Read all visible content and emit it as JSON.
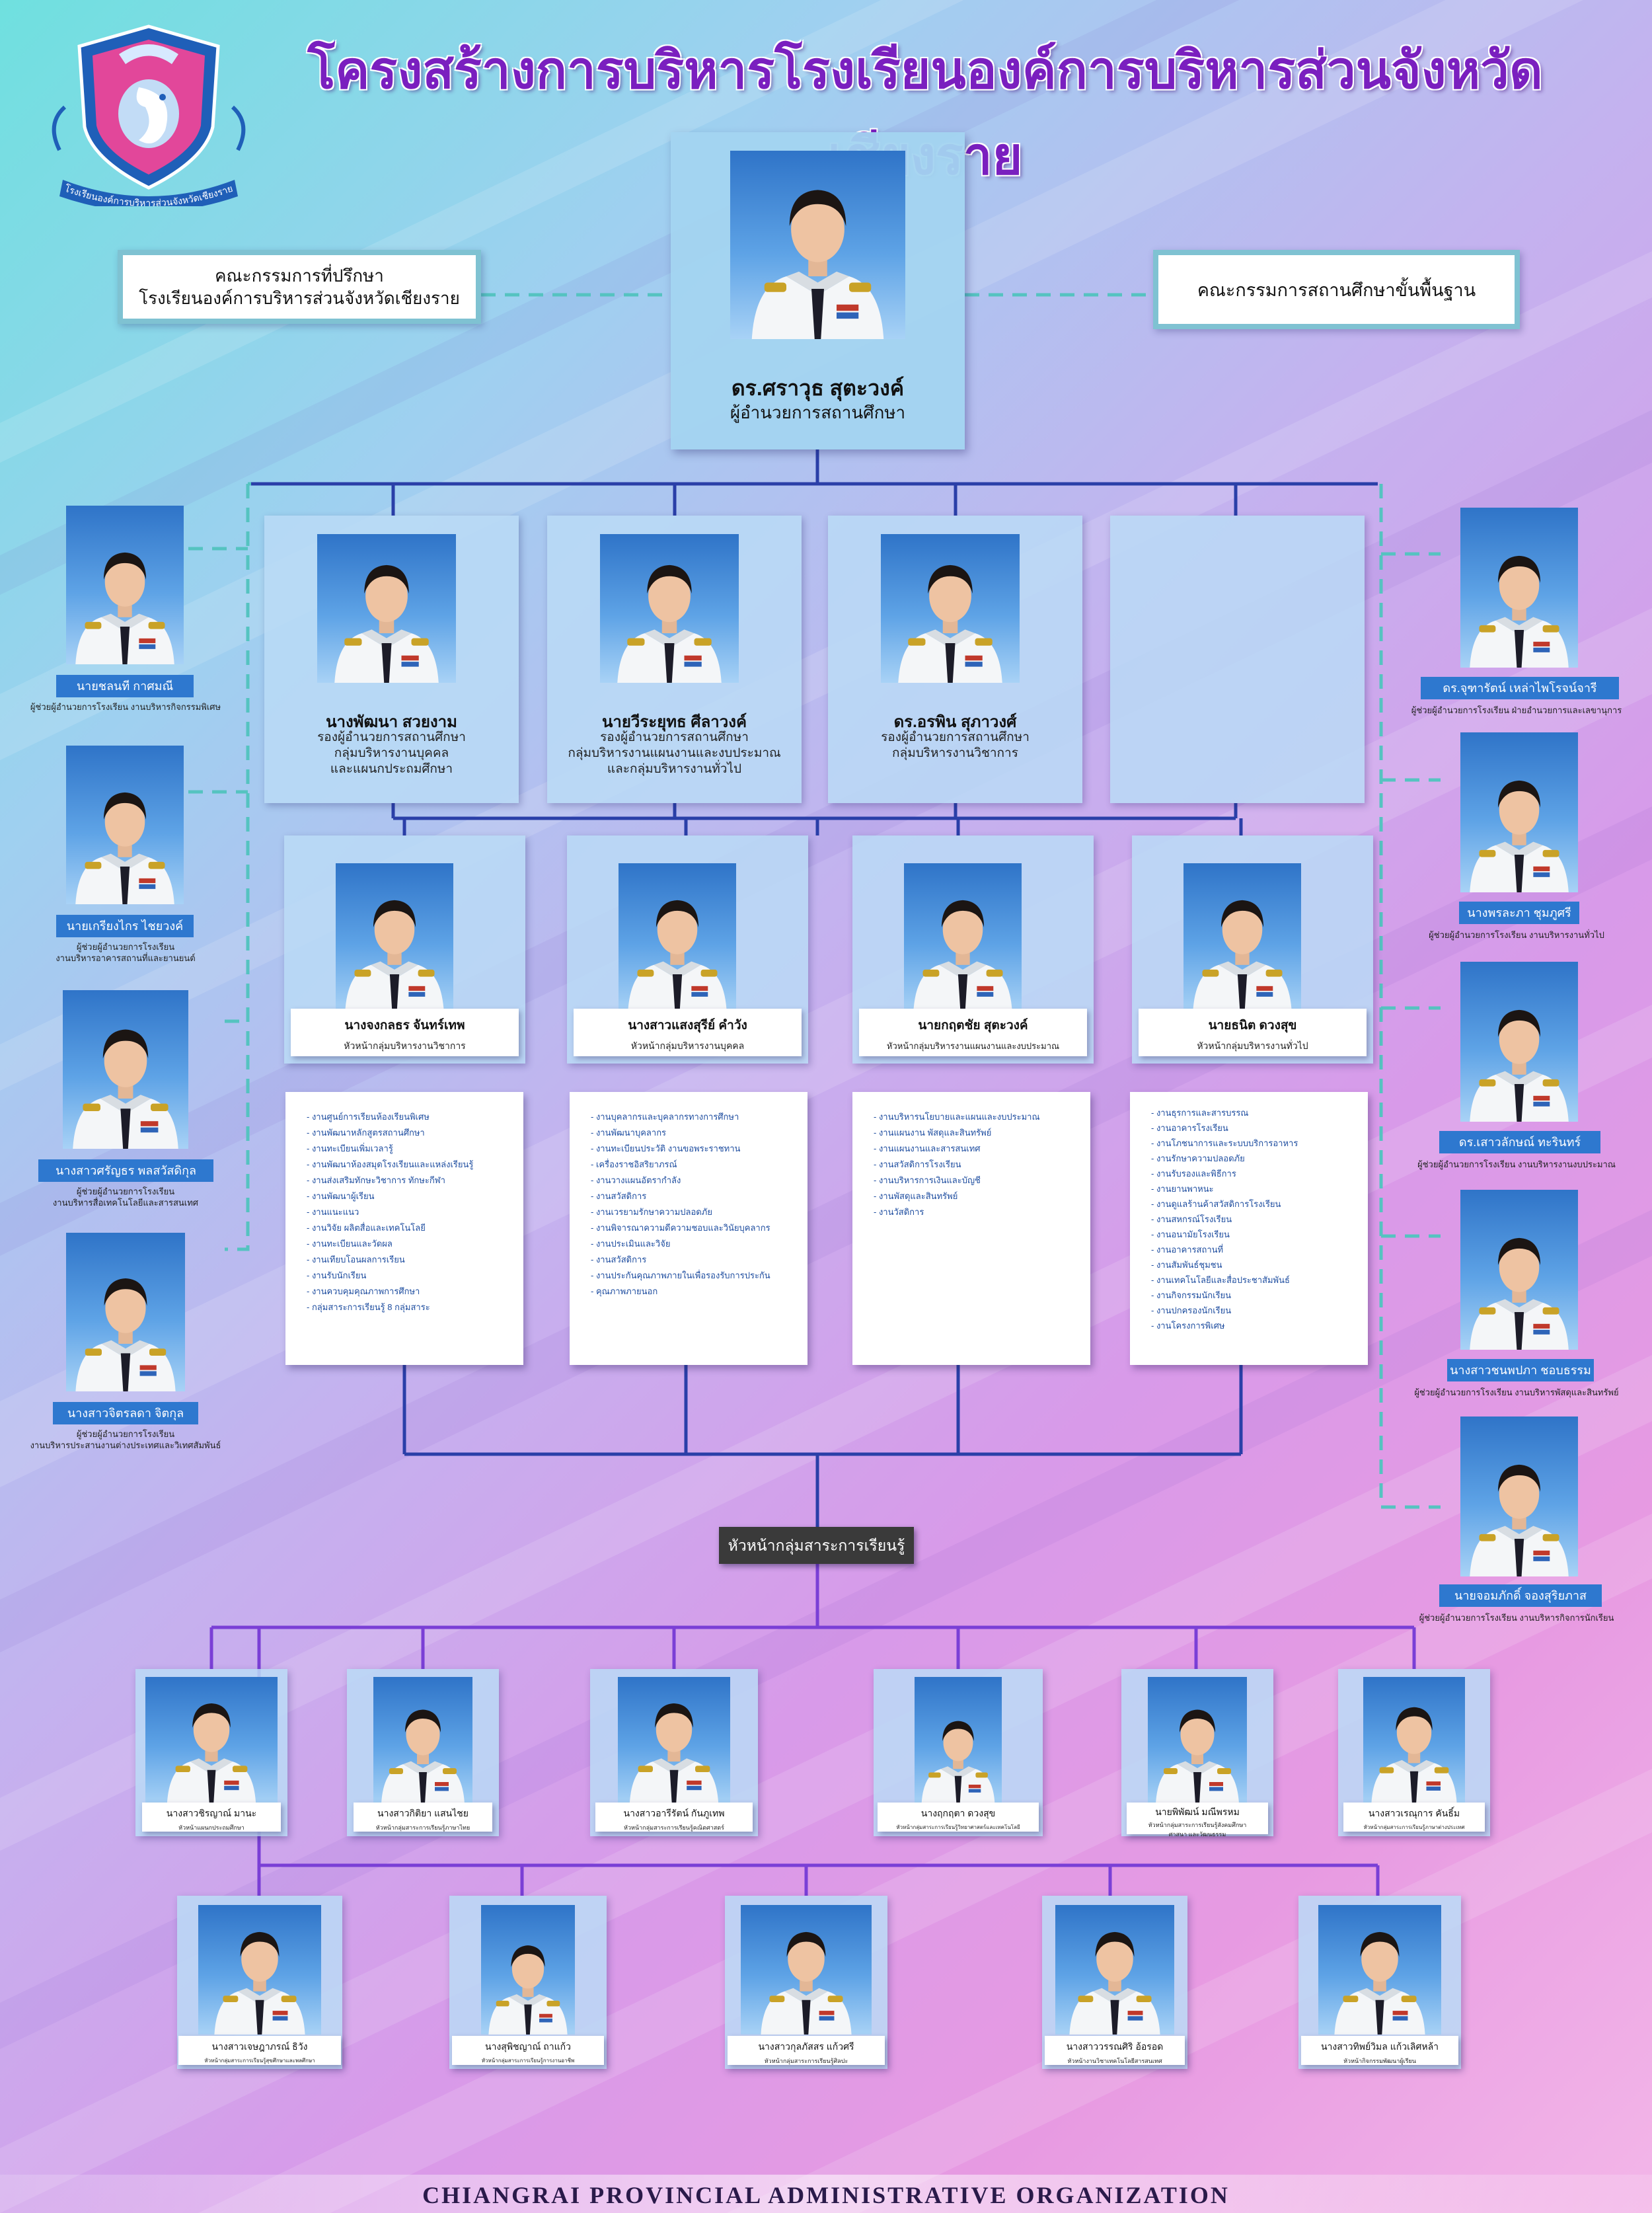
{
  "title": "โครงสร้างการบริหารโรงเรียนองค์การบริหารส่วนจังหวัดเชียงราย",
  "logo_text": "โรงเรียนองค์การบริหารส่วนจังหวัดเชียงราย",
  "footer": "CHIANGRAI PROVINCIAL ADMINISTRATIVE ORGANIZATION",
  "colors": {
    "title": "#7a1fbf",
    "connector_blue": "#2a3fa8",
    "connector_purple": "#7a3fd6",
    "dashed": "#55c3c0",
    "tag": "#2e78cf"
  },
  "advisory": {
    "left_line1": "คณะกรรมการที่ปรึกษา",
    "left_line2": "โรงเรียนองค์การบริหารส่วนจังหวัดเชียงราย",
    "right": "คณะกรรมการสถานศึกษาขั้นพื้นฐาน"
  },
  "director": {
    "name": "ดร.ศราวุธ สุตะวงค์",
    "role": "ผู้อำนวยการสถานศึกษา"
  },
  "deputies": [
    {
      "name": "นางพัฒนา  สวยงาม",
      "role1": "รองผู้อำนวยการสถานศึกษา",
      "role2": "กลุ่มบริหารงานบุคคล",
      "role3": "และแผนกประถมศึกษา"
    },
    {
      "name": "นายวีระยุทธ  ศีลาวงค์",
      "role1": "รองผู้อำนวยการสถานศึกษา",
      "role2": "กลุ่มบริหารงานแผนงานและงบประมาณ",
      "role3": "และกลุ่มบริหารงานทั่วไป"
    },
    {
      "name": "ดร.อรพิน  สุภาวงศ์",
      "role1": "รองผู้อำนวยการสถานศึกษา",
      "role2": "กลุ่มบริหารงานวิชาการ",
      "role3": ""
    }
  ],
  "group_heads": [
    {
      "name": "นางจงกลธร จันทร์เทพ",
      "role": "หัวหน้ากลุ่มบริหารงานวิชาการ",
      "duties": [
        "- งานศูนย์การเรียนห้องเรียนพิเศษ",
        "- งานพัฒนาหลักสูตรสถานศึกษา",
        "- งานทะเบียนเพิ่มเวลารู้",
        "- งานพัฒนาห้องสมุดโรงเรียนและแหล่งเรียนรู้",
        "- งานส่งเสริมทักษะวิชาการ ทักษะกีฬา",
        "- งานพัฒนาผู้เรียน",
        "- งานแนะแนว",
        "- งานวิจัย ผลิตสื่อและเทคโนโลยี",
        "- งานทะเบียนและวัดผล",
        "- งานเทียบโอนผลการเรียน",
        "- งานรับนักเรียน",
        "- งานควบคุมคุณภาพการศึกษา",
        "- กลุ่มสาระการเรียนรู้ 8 กลุ่มสาระ"
      ]
    },
    {
      "name": "นางสาวแสงสุรีย์  คำวัง",
      "role": "หัวหน้ากลุ่มบริหารงานบุคคล",
      "duties": [
        "- งานบุคลากรและบุคลากรทางการศึกษา",
        "- งานพัฒนาบุคลากร",
        "- งานทะเบียนประวัติ งานขอพระราชทาน",
        "- เครื่องราชอิสริยาภรณ์",
        "- งานวางแผนอัตรากำลัง",
        "- งานสวัสดิการ",
        "- งานเวรยามรักษาความปลอดภัย",
        "- งานพิจารณาความดีความชอบและวินัยบุคลากร",
        "- งานประเมินและวิจัย",
        "- งานสวัสดิการ",
        "- งานประกันคุณภาพภายในเพื่อรองรับการประกัน",
        "- คุณภาพภายนอก"
      ]
    },
    {
      "name": "นายกฤตชัย สุตะวงค์",
      "role": "หัวหน้ากลุ่มบริหารงานแผนงานและงบประมาณ",
      "duties": [
        "- งานบริหารนโยบายและแผนและงบประมาณ",
        "- งานแผนงาน พัสดุและสินทรัพย์",
        "- งานแผนงานและสารสนเทศ",
        "- งานสวัสดิการโรงเรียน",
        "- งานบริหารการเงินและบัญชี",
        "- งานพัสดุและสินทรัพย์",
        "- งานวัสดิการ"
      ]
    },
    {
      "name": "นายธนิต ดวงสุข",
      "role": "หัวหน้ากลุ่มบริหารงานทั่วไป",
      "duties": [
        "- งานธุรการและสารบรรณ",
        "- งานอาคารโรงเรียน",
        "- งานโภชนาการและระบบบริการอาหาร",
        "- งานรักษาความปลอดภัย",
        "- งานรับรองและพิธีการ",
        "- งานยานพาหนะ",
        "- งานดูแลร้านค้าสวัสดิการโรงเรียน",
        "- งานสหกรณ์โรงเรียน",
        "- งานอนามัยโรงเรียน",
        "- งานอาคารสถานที่",
        "- งานสัมพันธ์ชุมชน",
        "- งานเทคโนโลยีและสื่อประชาสัมพันธ์",
        "- งานกิจกรรมนักเรียน",
        "- งานปกครองนักเรียน",
        "- งานโครงการพิเศษ"
      ]
    }
  ],
  "left_assistants": [
    {
      "name": "นายชลนที กาศมณี",
      "role1": "ผู้ช่วยผู้อำนวยการโรงเรียน งานบริหารกิจกรรมพิเศษ",
      "role2": ""
    },
    {
      "name": "นายเกรียงไกร ไชยวงค์",
      "role1": "ผู้ช่วยผู้อำนวยการโรงเรียน",
      "role2": "งานบริหารอาคารสถานที่และยานยนต์"
    },
    {
      "name": "นางสาวศรัญธร  พลสวัสดิกุล",
      "role1": "ผู้ช่วยผู้อำนวยการโรงเรียน",
      "role2": "งานบริหารสื่อเทคโนโลยีและสารสนเทศ"
    },
    {
      "name": "นางสาวจิตรลดา จิตกุล",
      "role1": "ผู้ช่วยผู้อำนวยการโรงเรียน",
      "role2": "งานบริหารประสานงานต่างประเทศและวิเทศสัมพันธ์"
    }
  ],
  "right_assistants": [
    {
      "name": "ดร.จุฑารัตน์  เหล่าไพโรจน์จารี",
      "role": "ผู้ช่วยผู้อำนวยการโรงเรียน ฝ่ายอำนวยการและเลขานุการ"
    },
    {
      "name": "นางพรละภา  ชุมภูศรี",
      "role": "ผู้ช่วยผู้อำนวยการโรงเรียน งานบริหารงานทั่วไป"
    },
    {
      "name": "ดร.เสาวลักษณ์  ทะรินทร์",
      "role": "ผู้ช่วยผู้อำนวยการโรงเรียน งานบริหารงานงบประมาณ"
    },
    {
      "name": "นางสาวชนพปภา  ชอบธรรม",
      "role": "ผู้ช่วยผู้อำนวยการโรงเรียน งานบริหารพัสดุและสินทรัพย์"
    },
    {
      "name": "นายจอมภักดิ์  จองสุริยภาส",
      "role": "ผู้ช่วยผู้อำนวยการโรงเรียน งานบริหารกิจการนักเรียน"
    }
  ],
  "learning_label": "หัวหน้ากลุ่มสาระการเรียนรู้",
  "learning_heads_row1": [
    {
      "name": "นางสาวชิรญาณ์  มานะ",
      "role": "หัวหน้าแผนกประถมศึกษา",
      "role2": ""
    },
    {
      "name": "นางสาวกิติยา  แสนไชย",
      "role": "หัวหน้ากลุ่มสาระการเรียนรู้ภาษาไทย",
      "role2": ""
    },
    {
      "name": "นางสาวอารีรัตน์  กันภูเทพ",
      "role": "หัวหน้ากลุ่มสาระการเรียนรู้คณิตศาสตร์",
      "role2": ""
    },
    {
      "name": "นางฤกฤตา  ดวงสุข",
      "role": "หัวหน้ากลุ่มสาระการเรียนรู้วิทยาศาสตร์และเทคโนโลยี",
      "role2": ""
    },
    {
      "name": "นายพิพัฒน์  มณีพรหม",
      "role": "หัวหน้ากลุ่มสาระการเรียนรู้สังคมศึกษา",
      "role2": "ศาสนา และวัฒนธรรม"
    },
    {
      "name": "นางสาวเรณุการ  คันธิ์ม",
      "role": "หัวหน้ากลุ่มสาระการเรียนรู้ภาษาต่างประเทศ",
      "role2": ""
    }
  ],
  "learning_heads_row2": [
    {
      "name": "นางสาวเจษฎาภรณ์  ธิวัง",
      "role": "หัวหน้ากลุ่มสาระการเรียนรู้สุขศึกษาและพลศึกษา"
    },
    {
      "name": "นางสุพิชญาณ์  ถาแก้ว",
      "role": "หัวหน้ากลุ่มสาระการเรียนรู้การงานอาชีพ"
    },
    {
      "name": "นางสาวกุลภัสสร  แก้วศรี",
      "role": "หัวหน้ากลุ่มสาระการเรียนรู้ศิลปะ"
    },
    {
      "name": "นางสาววรรณศิริ  อ้อรอด",
      "role": "หัวหน้างานวิชาเทคโนโลยีสารสนเทศ"
    },
    {
      "name": "นางสาวทิพย์วิมล  แก้วเลิศหล้า",
      "role": "หัวหน้ากิจกรรมพัฒนาผู้เรียน"
    }
  ]
}
